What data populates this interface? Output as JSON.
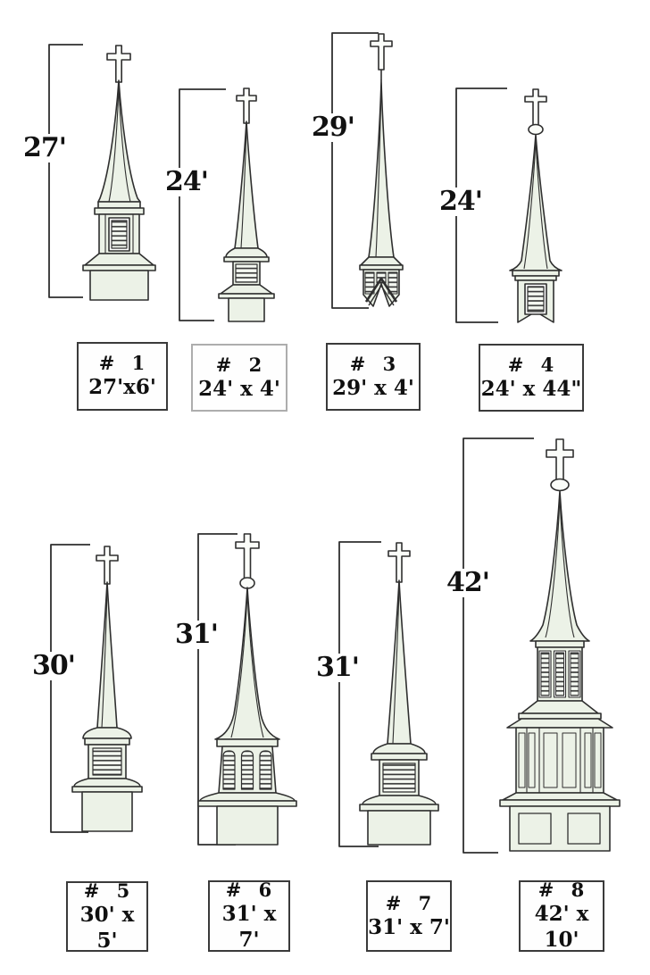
{
  "diagram": {
    "kind": "church steeple model size chart",
    "colors": {
      "background": "#ffffff",
      "line": "#2f2f2f",
      "steeple_fill": "#ecf2e7",
      "louver_fill": "#f4f8f1"
    }
  },
  "steeples": [
    {
      "number": "# 1",
      "height": "27'",
      "dimensions": "27'x6'"
    },
    {
      "number": "# 2",
      "height": "24'",
      "dimensions": "24' x 4'"
    },
    {
      "number": "# 3",
      "height": "29'",
      "dimensions": "29' x 4'"
    },
    {
      "number": "# 4",
      "height": "24'",
      "dimensions": "24' x 44\""
    },
    {
      "number": "# 5",
      "height": "30'",
      "dimensions": "30' x 5'"
    },
    {
      "number": "# 6",
      "height": "31'",
      "dimensions": "31' x 7'"
    },
    {
      "number": "# 7",
      "height": "31'",
      "dimensions": "31' x 7'"
    },
    {
      "number": "# 8",
      "height": "42'",
      "dimensions": "42' x 10'"
    }
  ]
}
